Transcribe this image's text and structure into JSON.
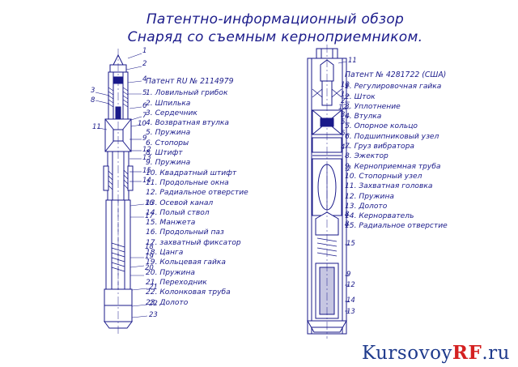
{
  "title_line1": "Патентно-информационный обзор",
  "title_line2": "Снаряд со съемным керноприемником.",
  "left_patent": {
    "header": "Патент RU № 2114979",
    "items": [
      "1. Ловильный грибок",
      "2. Шпилька",
      "3. Сердечник",
      "4. Возвратная втулка",
      "5. Пружина",
      "6. Стопоры",
      "8. Штифт",
      "9. Пружина",
      "10. Квадратный штифт",
      "11. Продольные окна",
      "12. Радиальное отверстие",
      "13. Осевой канал",
      "14. Полый ствол",
      "15. Манжета",
      "16. Продольный паз",
      "17. захватный фиксатор",
      "18. Цанга",
      "19. Кольцевая гайка",
      "20. Пружина",
      "21. Переходник",
      "22. Колонковая труба",
      "23. Долото"
    ]
  },
  "right_patent": {
    "header": "Патент № 4281722 (США)",
    "items": [
      "1. Регулировочная гайка",
      "2. Шток",
      "3. Уплотнение",
      "4. Втулка",
      "5. Опорное кольцо",
      "6. Подшипниковый узел",
      "7. Груз вибратора",
      "8. Эжектор",
      "9. Керноприемная труба",
      "10. Стопорный узел",
      "11. Захватная головка",
      "12. Пружина",
      "13. Долото",
      "14. Кернорватель",
      "15. Радиальное отверстие"
    ]
  },
  "left_callouts": [
    "1",
    "2",
    "3",
    "8",
    "4",
    "5",
    "6",
    "7",
    "10",
    "11",
    "9",
    "12",
    "13",
    "14",
    "15",
    "16",
    "17",
    "18",
    "19",
    "20",
    "21",
    "22",
    "23"
  ],
  "right_callouts": [
    "11",
    "1",
    "10",
    "2",
    "3",
    "12",
    "4",
    "5",
    "6",
    "4",
    "7",
    "8",
    "8",
    "15",
    "9",
    "12",
    "14",
    "13"
  ],
  "logo_main": "KursovoyRF",
  "logo_rf": "RF",
  "logo_domain": ".ru",
  "logo_prefix": "Kursovoy"
}
